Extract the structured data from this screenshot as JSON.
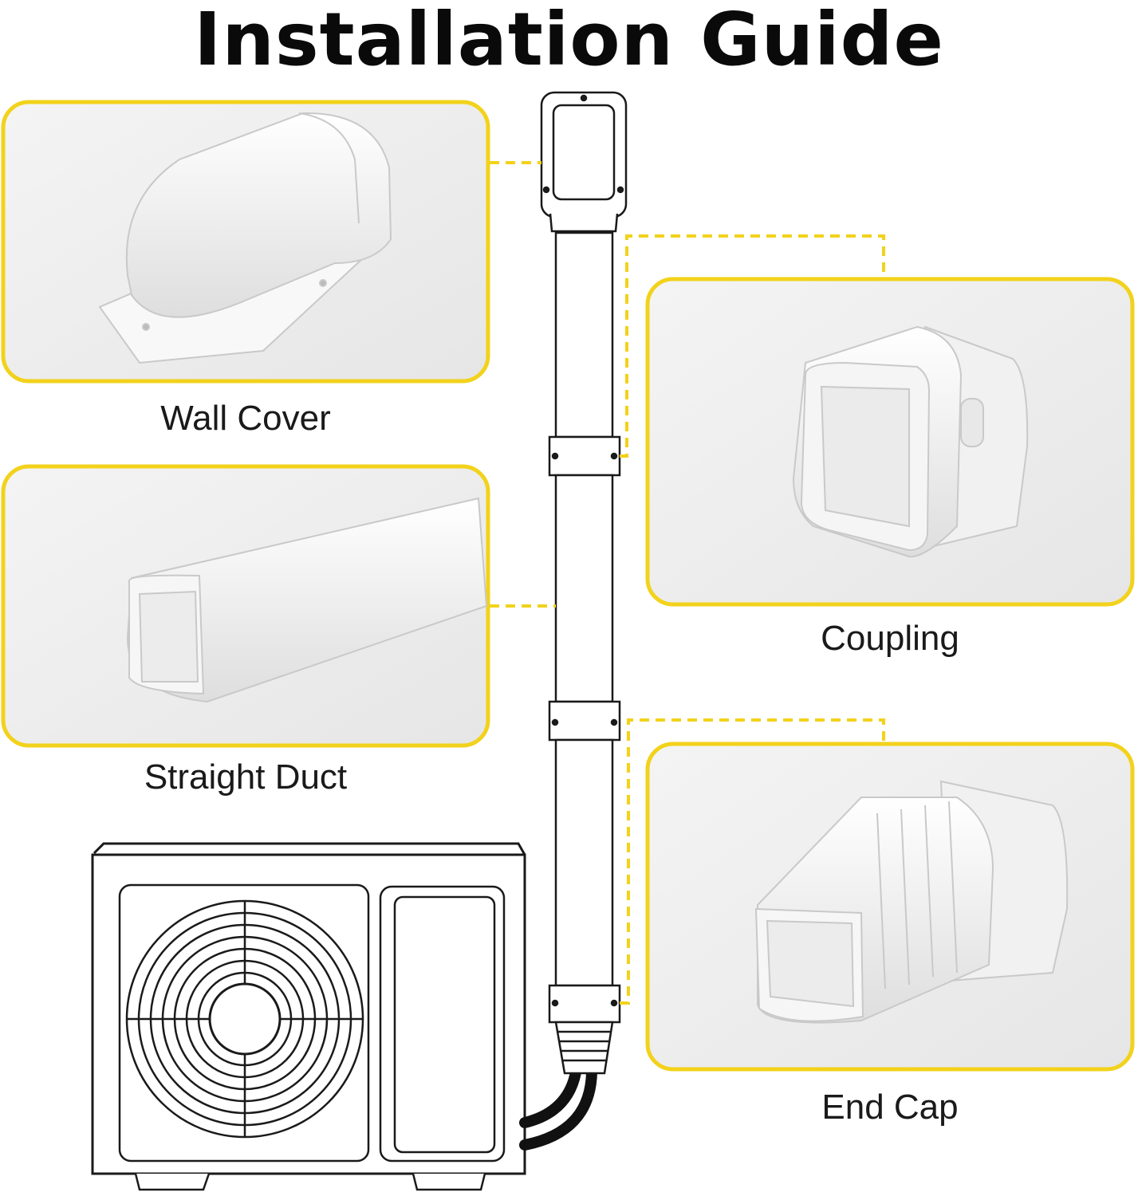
{
  "title": "Installation Guide",
  "parts": {
    "wall_cover": "Wall Cover",
    "coupling": "Coupling",
    "straight_duct": "Straight Duct",
    "end_cap": "End Cap"
  },
  "colors": {
    "accent": "#f2d21b",
    "panel": "#eeeeee",
    "line": "#1a1a1a"
  }
}
